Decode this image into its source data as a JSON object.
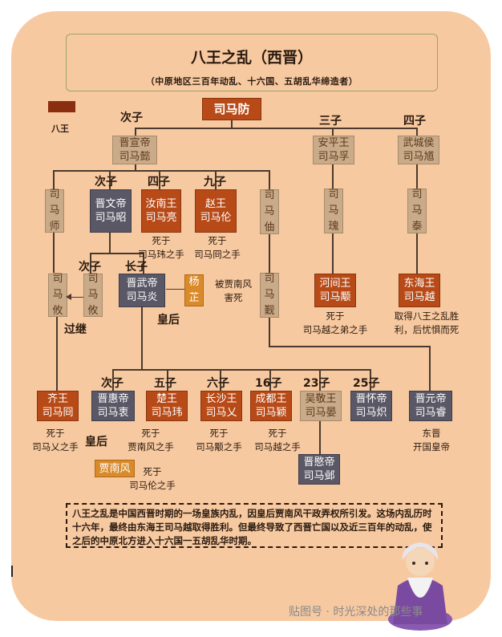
{
  "title": "八王之乱（西晋）",
  "subtitle": "（中原地区三百年动乱、十六国、五胡乱华缔造者）",
  "legend": {
    "label": "八王"
  },
  "root": {
    "name": "司马防"
  },
  "labels": {
    "l_cizi1": "次子",
    "l_sanzi": "三子",
    "l_sizi1": "四子",
    "l_cizi2": "次子",
    "l_sizi2": "四子",
    "l_jiuzi": "九子",
    "l_cizi3": "次子",
    "l_zhangzi": "长子",
    "l_guoji": "过继",
    "l_huanghou1": "皇后",
    "l_cizi4": "次子",
    "l_wuzi": "五子",
    "l_liuzi": "六子",
    "l_16zi": "16子",
    "l_23zi": "23子",
    "l_25zi": "25子",
    "l_huanghou2": "皇后"
  },
  "nodes": {
    "simayi": [
      "晋宣帝",
      "司马懿"
    ],
    "simafu": [
      "安平王",
      "司马孚"
    ],
    "simakui": [
      "武城侯",
      "司马馗"
    ],
    "simashi": [
      "司",
      "马",
      "师"
    ],
    "simazhao": [
      "晋文帝",
      "司马昭"
    ],
    "simaliang": [
      "汝南王",
      "司马亮"
    ],
    "simalun": [
      "赵王",
      "司马伦"
    ],
    "simazhou": [
      "司",
      "马",
      "伷"
    ],
    "simawei": [
      "司",
      "马",
      "瑰"
    ],
    "simatai": [
      "司",
      "马",
      "泰"
    ],
    "simayou1": [
      "司",
      "马",
      "攸"
    ],
    "simayou2": [
      "司",
      "马",
      "攸"
    ],
    "simayan": [
      "晋武帝",
      "司马炎"
    ],
    "yangzhi": [
      "杨",
      "芷"
    ],
    "simajin": [
      "司",
      "马",
      "觐"
    ],
    "simayong": [
      "河间王",
      "司马颙"
    ],
    "simayue": [
      "东海王",
      "司马越"
    ],
    "simajiong": [
      "齐王",
      "司马冏"
    ],
    "simazhong": [
      "晋惠帝",
      "司马衷"
    ],
    "simawei2": [
      "楚王",
      "司马玮"
    ],
    "simaai": [
      "长沙王",
      "司马乂"
    ],
    "simaying": [
      "成都王",
      "司马颖"
    ],
    "simayan2": [
      "吴敬王",
      "司马晏"
    ],
    "simachi": [
      "晋怀帝",
      "司马炽"
    ],
    "simarui": [
      "晋元帝",
      "司马睿"
    ],
    "simaye": [
      "晋愍帝",
      "司马邺"
    ],
    "jianfeng": [
      "贾南风"
    ]
  },
  "notes": {
    "liang_death": [
      "死于",
      "司马玮之手"
    ],
    "lun_death": [
      "死于",
      "司马冏之手"
    ],
    "yangzhi_death": [
      "被贾南风",
      "害死"
    ],
    "yong_death": [
      "死于",
      "司马越之弟之手"
    ],
    "yue_note": [
      "取得八王之乱胜",
      "利，后忧惧而死"
    ],
    "jiong_death": [
      "死于",
      "司马乂之手"
    ],
    "wei2_death": [
      "死于",
      "贾南风之手"
    ],
    "ai_death": [
      "死于",
      "司马颙之手"
    ],
    "ying_death": [
      "死于",
      "司马越之手"
    ],
    "rui_note": [
      "东晋",
      "开国皇帝"
    ],
    "jianfeng_death": [
      "死于",
      "司马伦之手"
    ]
  },
  "summary": "八王之乱是中国西晋时期的一场皇族内乱，因皇后贾南风干政弄权所引发。这场内乱历时十六年，最终由东海王司马越取得胜利。但最终导致了西晋亡国以及近三百年的动乱，使之后的中原北方进入十六国一五胡乱华时期。",
  "watermark": "贴图号 · 时光深处的那些事",
  "colors": {
    "card": "#f7c9a0",
    "key": "#b74a17",
    "emperor": "#5a5866",
    "other": "#c9ab8a"
  }
}
